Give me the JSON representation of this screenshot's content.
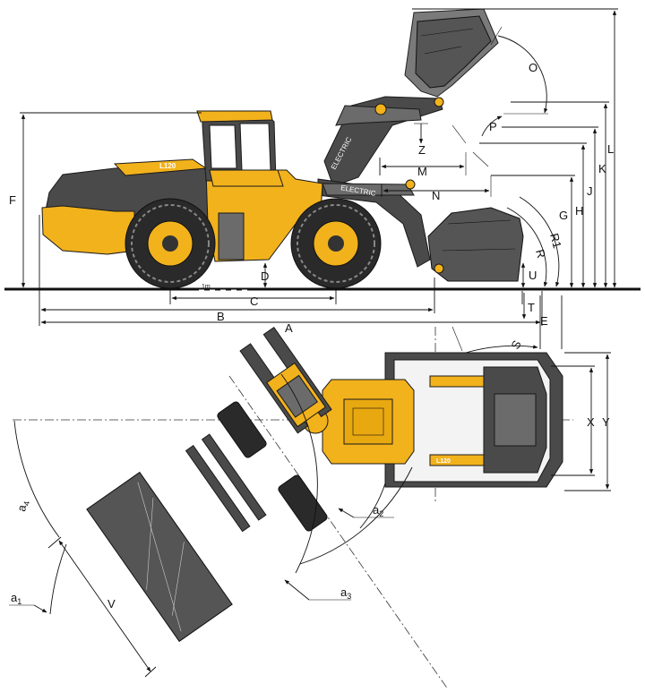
{
  "labels": {
    "A": "A",
    "B": "B",
    "C": "C",
    "D": "D",
    "E": "E",
    "F": "F",
    "G": "G",
    "H": "H",
    "J": "J",
    "K": "K",
    "L": "L",
    "M": "M",
    "N": "N",
    "O": "O",
    "P": "P",
    "R": "R",
    "R1": "R1",
    "S": "S",
    "T": "T",
    "U": "U",
    "V": "V",
    "X": "X",
    "Y": "Y",
    "Z": "Z",
    "a1": "a",
    "a1_sub": "1",
    "a2": "a",
    "a2_sub": "2",
    "a3": "a",
    "a3_sub": "3",
    "a4": "a",
    "a4_sub": "4",
    "onem": "1m"
  },
  "decals": {
    "model": "L120",
    "electric_1": "ELECTRIC",
    "electric_2": "ELECTRIC"
  },
  "colors": {
    "machine_yellow": "#f2b21c",
    "machine_grey": "#4a4a4a",
    "line": "#111111"
  }
}
